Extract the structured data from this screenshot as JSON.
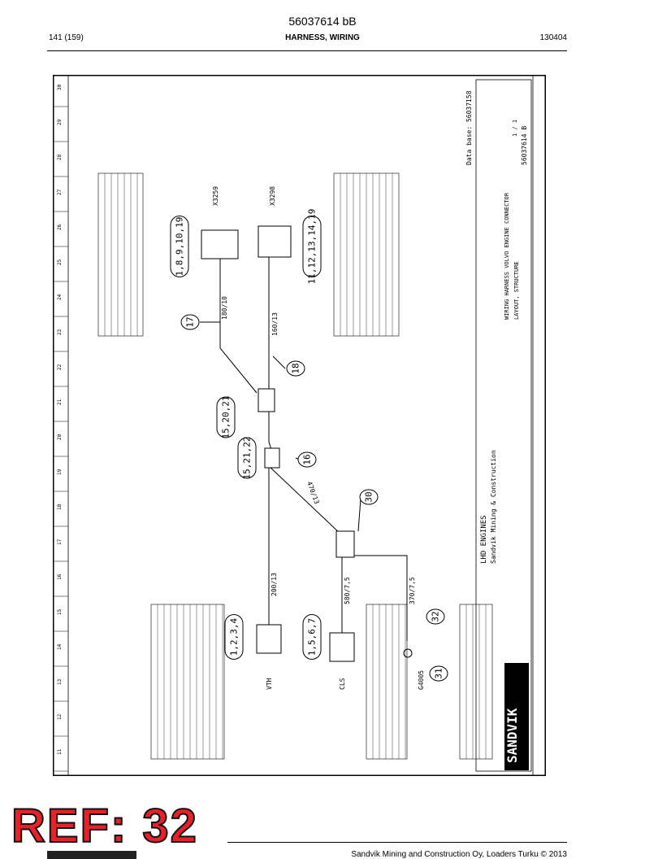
{
  "header": {
    "title": "56037614 bB",
    "page": "141 (159)",
    "section": "HARNESS, WIRING",
    "code": "130404"
  },
  "drawing": {
    "grid_numbers": [
      "11",
      "12",
      "13",
      "14",
      "15",
      "16",
      "17",
      "18",
      "19",
      "20",
      "21",
      "22",
      "23",
      "24",
      "25",
      "26",
      "27",
      "28",
      "29",
      "30"
    ],
    "callouts": [
      {
        "id": "c_top",
        "text": "1,8,9,10,19"
      },
      {
        "id": "c_bot",
        "text": "11,12,13,14,19"
      },
      {
        "id": "c17",
        "text": "17"
      },
      {
        "id": "c18",
        "text": "18"
      },
      {
        "id": "c15a",
        "text": "15,20,21"
      },
      {
        "id": "c15b",
        "text": "15,21,22"
      },
      {
        "id": "c16",
        "text": "16"
      },
      {
        "id": "c30",
        "text": "30"
      },
      {
        "id": "c1234",
        "text": "1,2,3,4"
      },
      {
        "id": "c567",
        "text": "1,5,6,7"
      },
      {
        "id": "c32",
        "text": "32"
      },
      {
        "id": "c31",
        "text": "31"
      }
    ],
    "connector_labels": {
      "x3259": "X3259",
      "x3298": "X3298",
      "vth": "VTH",
      "cls": "CLS",
      "g4005": "G4005"
    },
    "wire_labels": {
      "w1": "180/10",
      "w2": "160/13",
      "w3": "200/13",
      "w4": "580/7,5",
      "w5": "370/7,5",
      "w6": "470/13"
    },
    "title_block": {
      "brand": "SANDVIK",
      "company": "LHD ENGINES",
      "company2": "Sandvik Mining & Construction",
      "desc1": "WIRING HARNESS VOLVO ENGINE CONNECTOR",
      "desc2": "LAYOUT, STRUCTURE",
      "doc_no": "56037614 B",
      "sheet": "1 / 1",
      "data_base": "Data base: 56037158"
    }
  },
  "footer": {
    "ref": "REF: 32",
    "copyright": "Sandvik Mining and Construction Oy, Loaders Turku © 2013"
  }
}
